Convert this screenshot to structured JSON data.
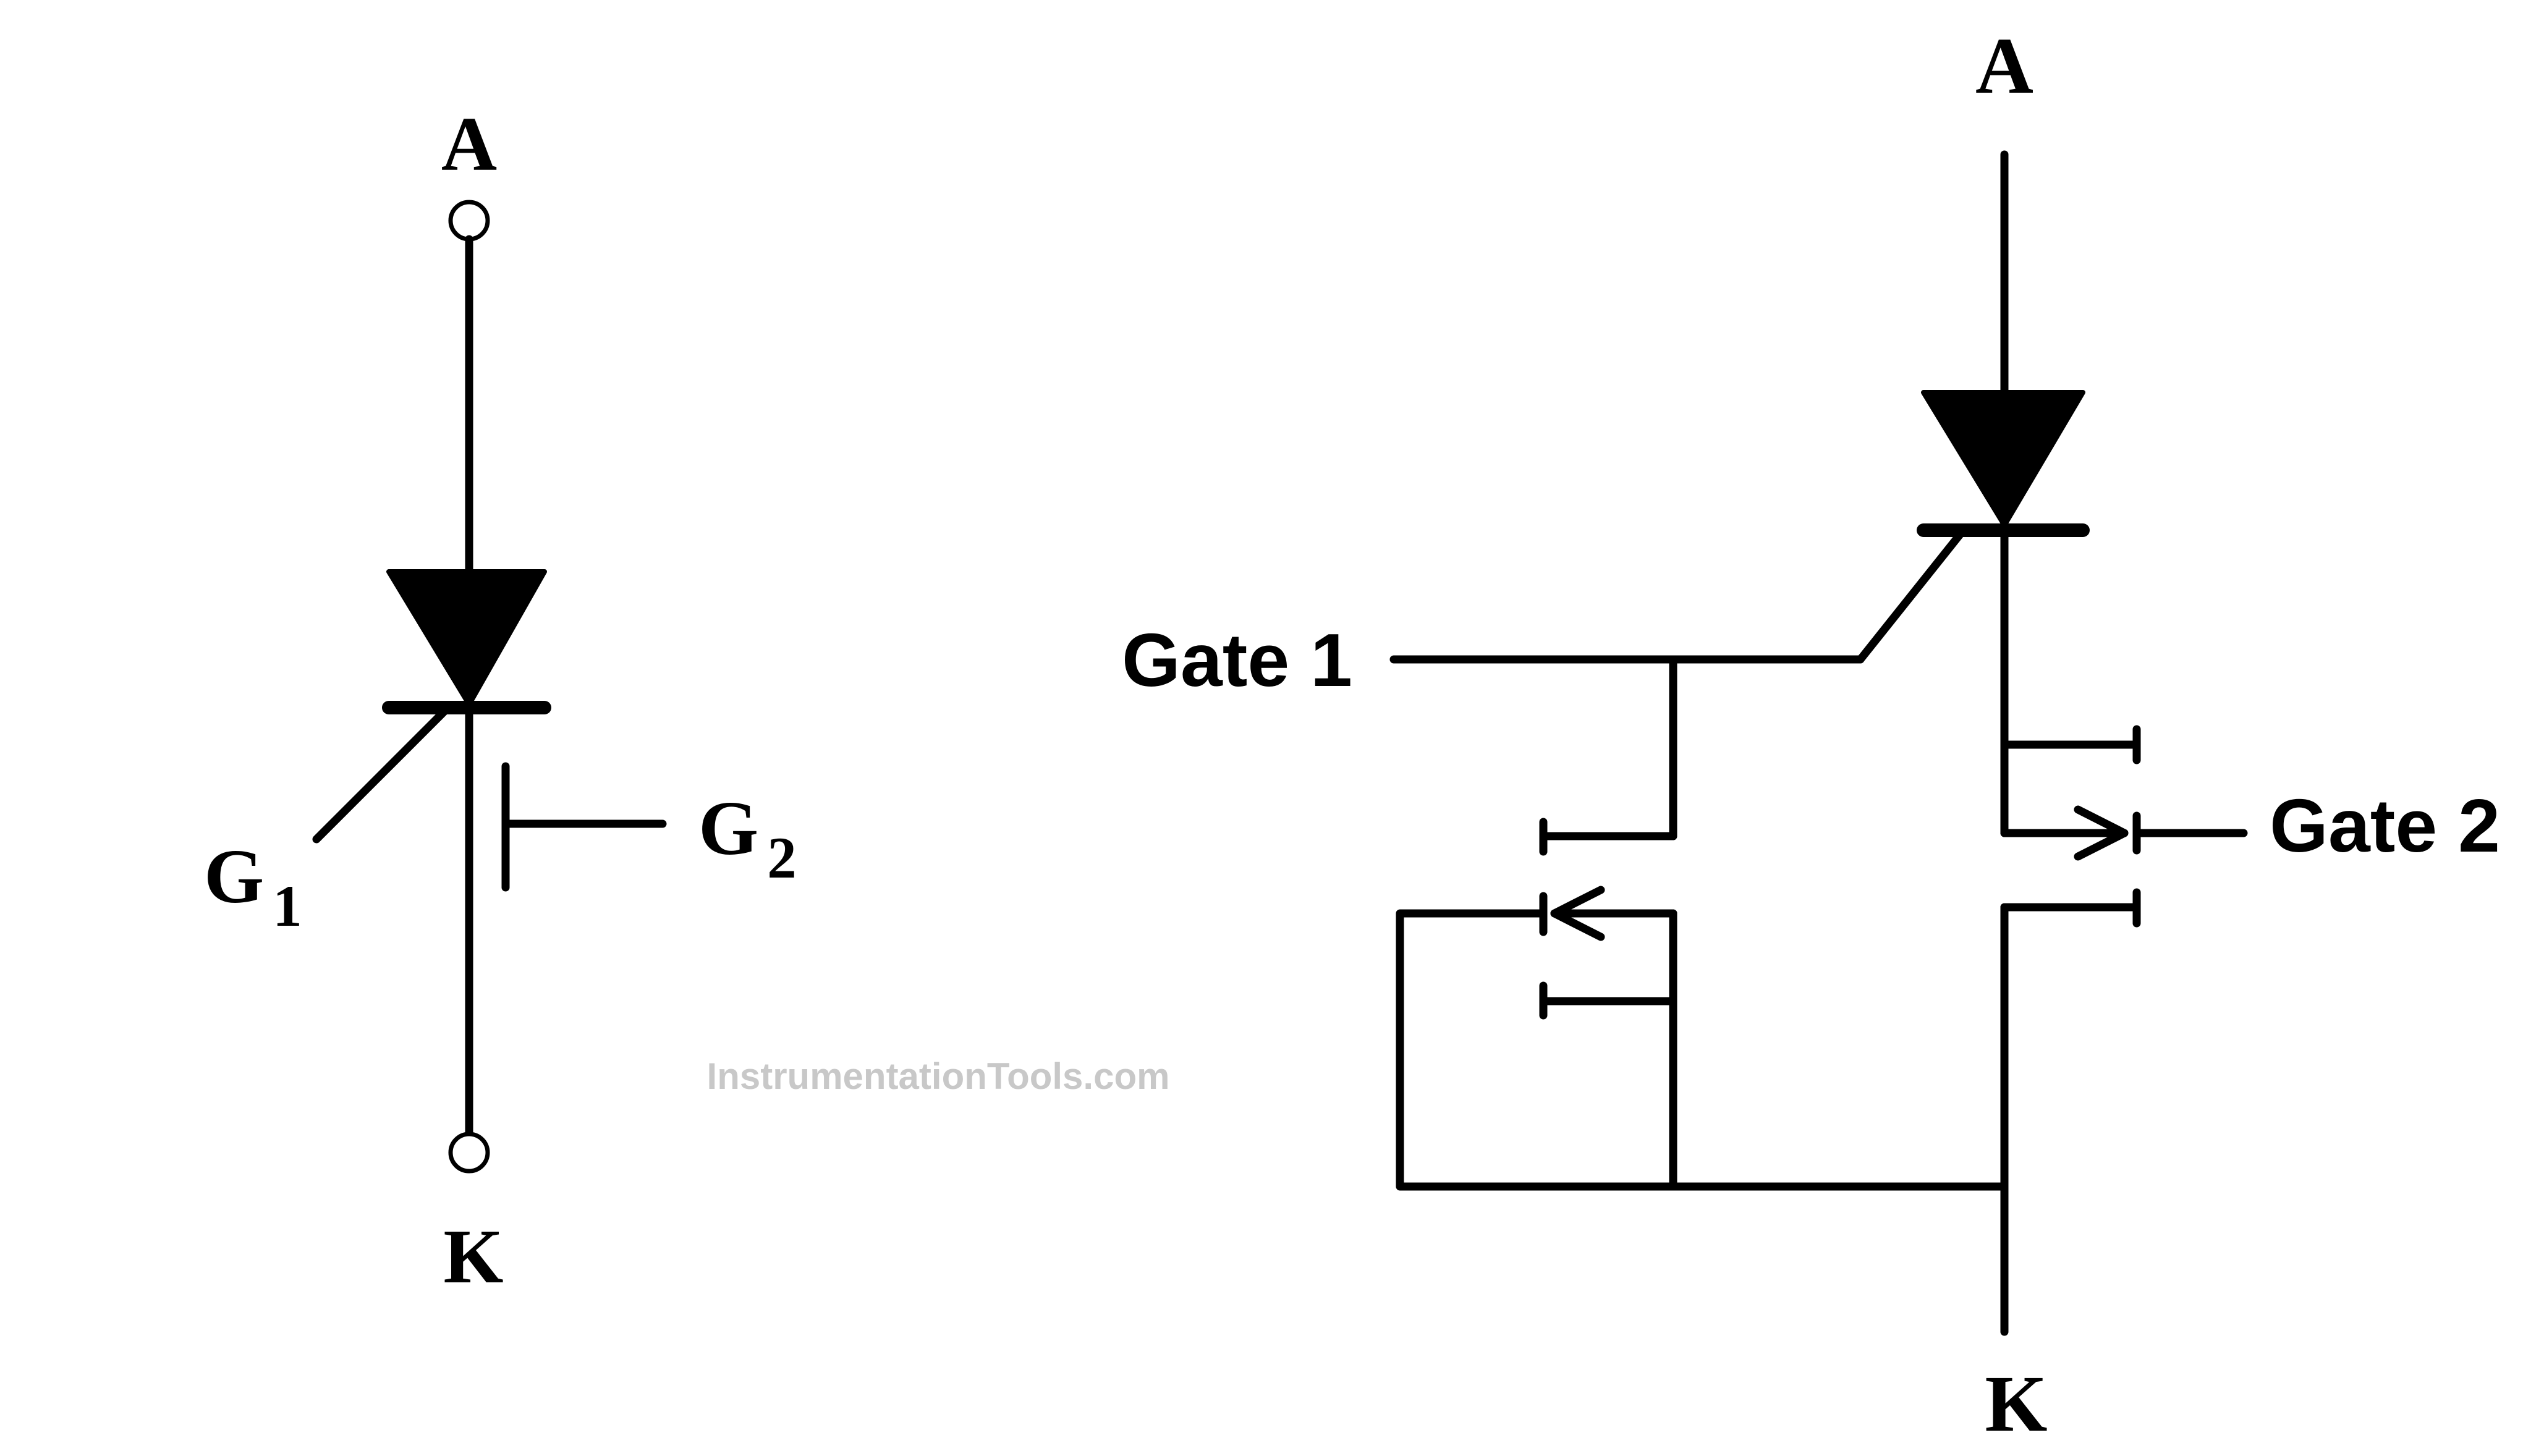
{
  "symbol": {
    "anode_label": "A",
    "cathode_label": "K",
    "gate1_letter": "G",
    "gate1_sub": "1",
    "gate2_letter": "G",
    "gate2_sub": "2"
  },
  "equivalent_circuit": {
    "anode_label": "A",
    "cathode_label": "K",
    "gate1_label": "Gate 1",
    "gate2_label": "Gate 2"
  },
  "watermark": "InstrumentationTools.com"
}
